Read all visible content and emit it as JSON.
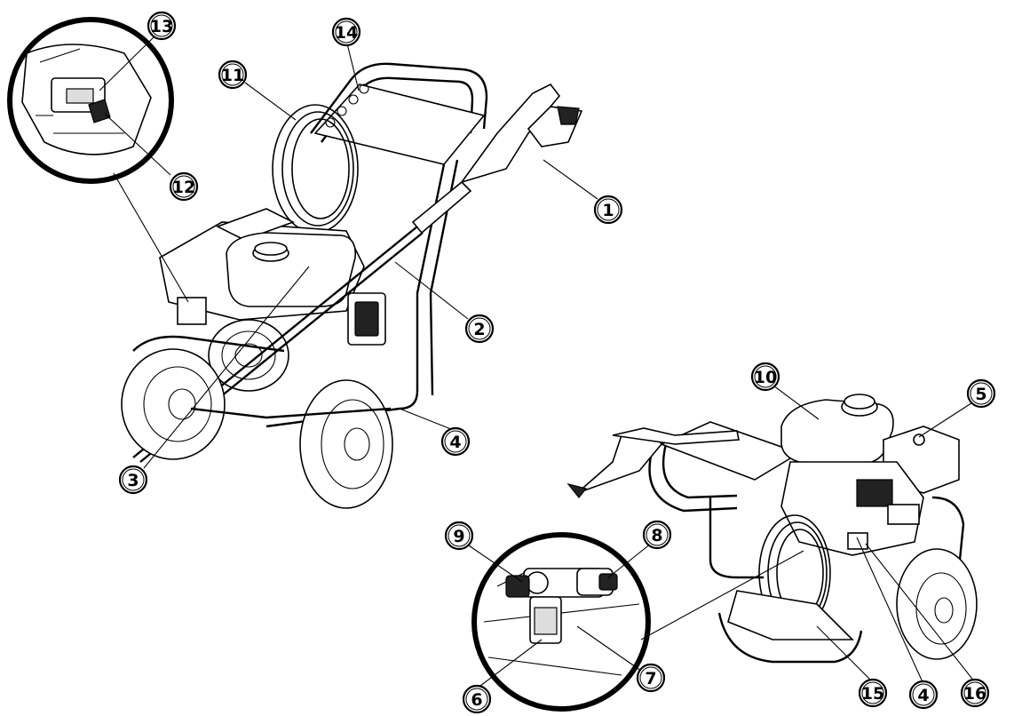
{
  "callouts": [
    {
      "id": "c1",
      "label": "1"
    },
    {
      "id": "c2",
      "label": "2"
    },
    {
      "id": "c3",
      "label": "3"
    },
    {
      "id": "c4a",
      "label": "4"
    },
    {
      "id": "c4b",
      "label": "4"
    },
    {
      "id": "c5",
      "label": "5"
    },
    {
      "id": "c6",
      "label": "6"
    },
    {
      "id": "c7",
      "label": "7"
    },
    {
      "id": "c8",
      "label": "8"
    },
    {
      "id": "c9",
      "label": "9"
    },
    {
      "id": "c10",
      "label": "10"
    },
    {
      "id": "c11",
      "label": "11"
    },
    {
      "id": "c12",
      "label": "12"
    },
    {
      "id": "c13",
      "label": "13"
    },
    {
      "id": "c14",
      "label": "14"
    },
    {
      "id": "c15",
      "label": "15"
    },
    {
      "id": "c16",
      "label": "16"
    }
  ]
}
